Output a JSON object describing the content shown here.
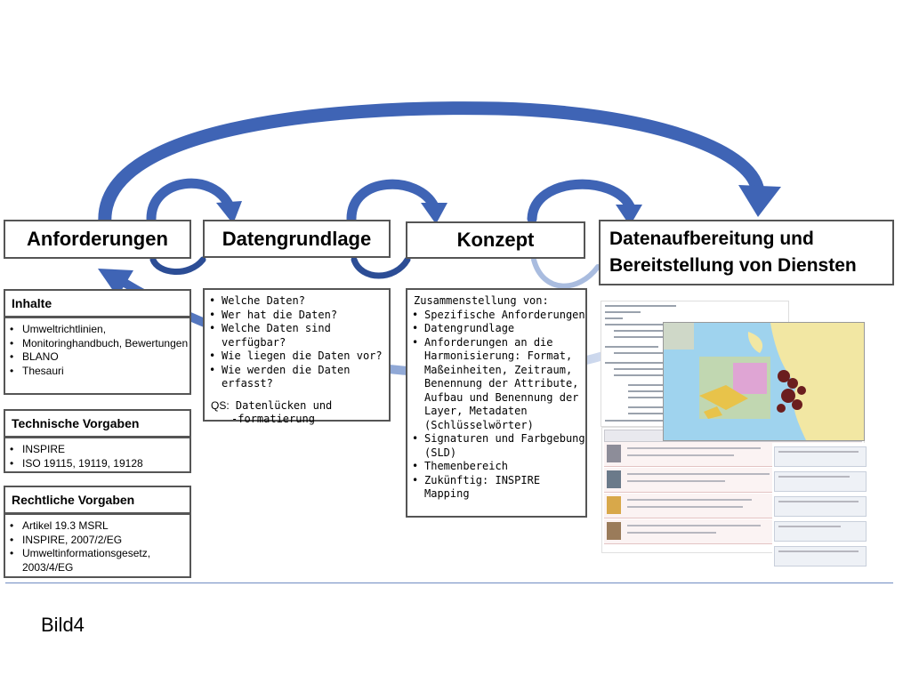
{
  "stages": {
    "anforderungen": "Anforderungen",
    "datengrundlage": "Datengrundlage",
    "konzept": "Konzept",
    "datenaufbereitung": [
      "Datenaufbereitung und",
      "Bereitstellung von Diensten"
    ]
  },
  "inhalte": {
    "header": "Inhalte",
    "items": [
      "Umweltrichtlinien,",
      "Monitoringhandbuch, Bewertungen",
      "BLANO",
      "Thesauri"
    ]
  },
  "technische_vorgaben": {
    "header": "Technische Vorgaben",
    "items": [
      "INSPIRE",
      "ISO 19115, 19119, 19128"
    ]
  },
  "rechtliche_vorgaben": {
    "header": "Rechtliche Vorgaben",
    "items": [
      "Artikel 19.3 MSRL",
      "INSPIRE, 2007/2/EG",
      "Umweltinformationsgesetz, 2003/4/EG"
    ]
  },
  "datengrundlage_details": {
    "items": [
      "Welche Daten?",
      "Wer hat die Daten?",
      "Welche Daten sind verfügbar?",
      "Wie liegen die Daten vor?",
      "Wie werden die Daten erfasst?"
    ],
    "qs_label": "QS:",
    "qs_text_1": "Datenlücken und",
    "qs_text_2": "-formatierung"
  },
  "konzept_details": {
    "intro": "Zusammenstellung von:",
    "items": [
      "Spezifische Anforderungen",
      "Datengrundlage",
      "Anforderungen an die Harmonisierung: Format, Maßeinheiten, Zeitraum, Benennung der Attribute, Aufbau und Benennung der Layer, Metadaten (Schlüsselwörter)",
      "Signaturen und Farbgebung (SLD)",
      "Themenbereich",
      "Zukünftig: INSPIRE Mapping"
    ]
  },
  "caption": "Bild4",
  "colors": {
    "arrow": "#3f64b5",
    "arrow_dark": "#2c4d95",
    "arrow_light": "#a9bcdf",
    "border": "#555555",
    "divider": "#6f8cc2"
  }
}
